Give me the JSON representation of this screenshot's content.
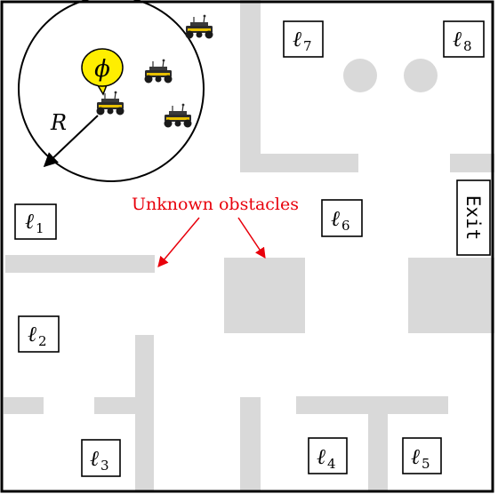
{
  "locations": [
    {
      "id": "l1",
      "letter": "ℓ",
      "sub": "1"
    },
    {
      "id": "l2",
      "letter": "ℓ",
      "sub": "2"
    },
    {
      "id": "l3",
      "letter": "ℓ",
      "sub": "3"
    },
    {
      "id": "l4",
      "letter": "ℓ",
      "sub": "4"
    },
    {
      "id": "l5",
      "letter": "ℓ",
      "sub": "5"
    },
    {
      "id": "l6",
      "letter": "ℓ",
      "sub": "6"
    },
    {
      "id": "l7",
      "letter": "ℓ",
      "sub": "7"
    },
    {
      "id": "l8",
      "letter": "ℓ",
      "sub": "8"
    }
  ],
  "exit_label": "Exit",
  "annotation": "Unknown obstacles",
  "radius_label": "R",
  "speech_symbol": "ϕ",
  "colors": {
    "wall": "#d9d9d9",
    "annotation": "#e8000b",
    "speech_bubble": "#ffee00",
    "robot_body": "#2b2b2b",
    "robot_accent": "#e8c000",
    "border": "#000000"
  },
  "robot_count": 4
}
